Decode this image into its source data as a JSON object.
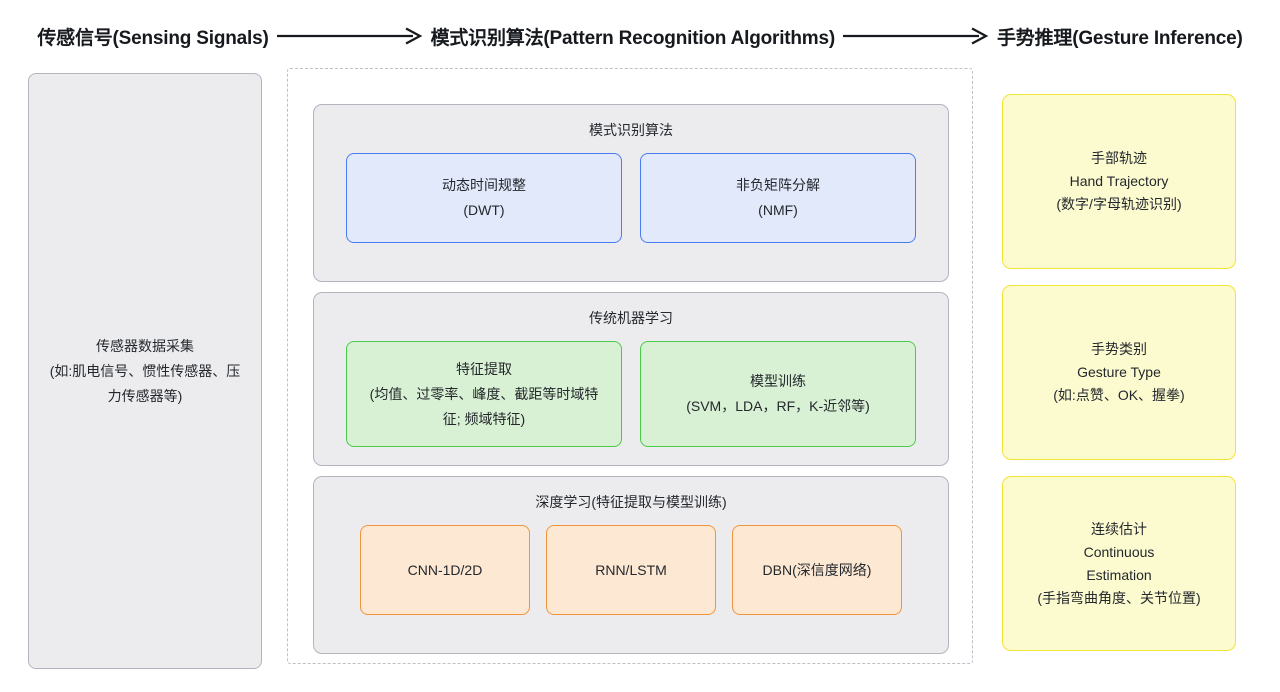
{
  "header": {
    "stages": [
      "传感信号(Sensing Signals)",
      "模式识别算法(Pattern Recognition Algorithms)",
      "手势推理(Gesture Inference)"
    ],
    "arrow_glyph": "long-right-arrow"
  },
  "sensing": {
    "line1": "传感器数据采集",
    "line2": "(如:肌电信号、惯性传感器、压",
    "line3": "力传感器等)"
  },
  "algorithms": {
    "groups": [
      {
        "title": "模式识别算法",
        "color": "#4a7cf2",
        "fill": "#e2e9fb",
        "nodes": [
          {
            "line1": "动态时间规整",
            "line2": "(DWT)",
            "line3": ""
          },
          {
            "line1": "非负矩阵分解",
            "line2": "(NMF)",
            "line3": ""
          }
        ]
      },
      {
        "title": "传统机器学习",
        "color": "#4ccb4a",
        "fill": "#d8f0d3",
        "nodes": [
          {
            "line1": "特征提取",
            "line2": "(均值、过零率、峰度、截距等时域特",
            "line3": "征; 频域特征)"
          },
          {
            "line1": "模型训练",
            "line2": "(SVM，LDA，RF，K-近邻等)",
            "line3": ""
          }
        ]
      },
      {
        "title": "深度学习(特征提取与模型训练)",
        "color": "#f0953d",
        "fill": "#fce8d3",
        "nodes": [
          {
            "line1": "CNN-1D/2D",
            "line2": "",
            "line3": ""
          },
          {
            "line1": "RNN/LSTM",
            "line2": "",
            "line3": ""
          },
          {
            "line1": "DBN(深信度网络)",
            "line2": "",
            "line3": ""
          }
        ]
      }
    ]
  },
  "outputs": {
    "color": "#f3e536",
    "fill": "#fcfacf",
    "items": [
      {
        "line1": "手部轨迹",
        "line2": "Hand Trajectory",
        "line3": "(数字/字母轨迹识别)",
        "line4": ""
      },
      {
        "line1": "手势类别",
        "line2": "Gesture Type",
        "line3": "(如:点赞、OK、握拳)",
        "line4": ""
      },
      {
        "line1": "连续估计",
        "line2": "Continuous",
        "line3": "Estimation",
        "line4": "(手指弯曲角度、关节位置)"
      }
    ]
  }
}
